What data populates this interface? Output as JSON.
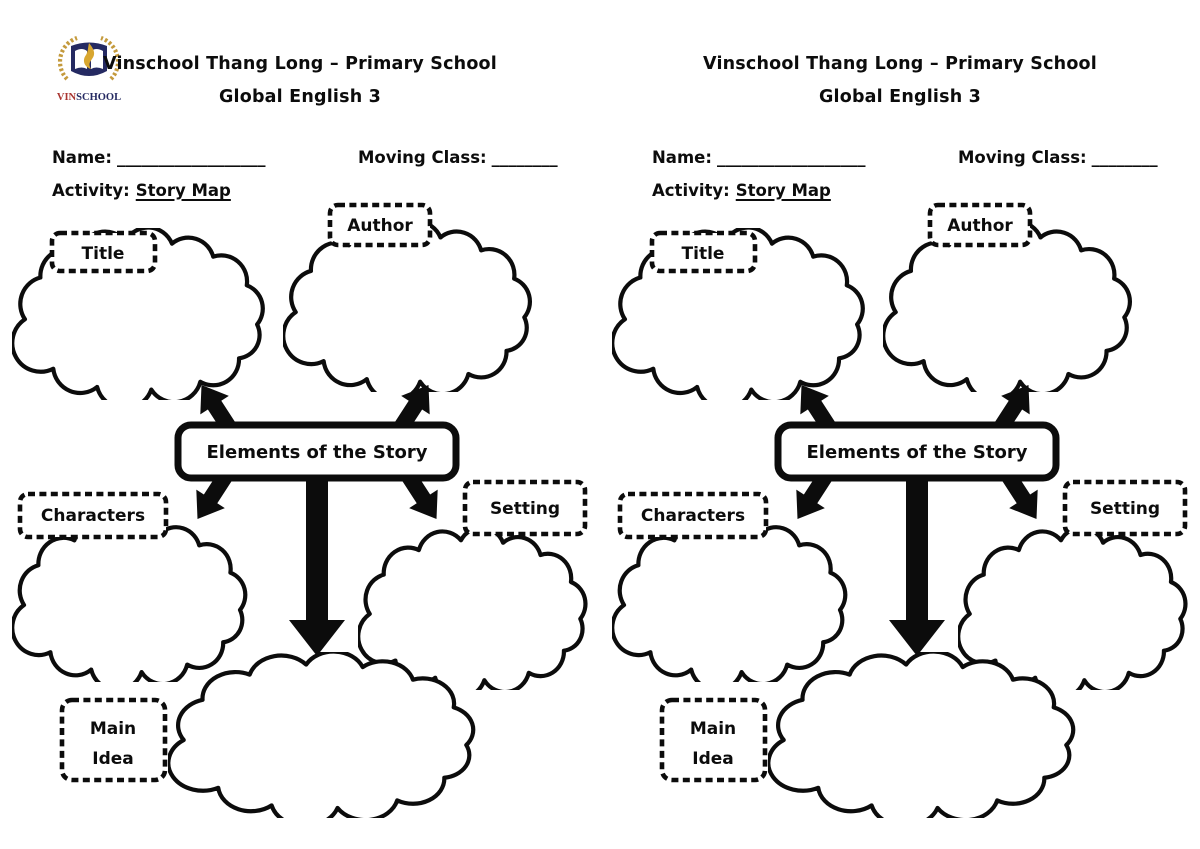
{
  "page": {
    "background": "#ffffff",
    "ink": "#0c0c0c"
  },
  "logo": {
    "vin": "VIN",
    "school": "SCHOOL",
    "colors": {
      "gold": "#c49a3c",
      "navy": "#252a62",
      "red": "#a93430",
      "flame": "#d8a62f"
    }
  },
  "header": {
    "school_line": "Vinschool Thang Long – Primary School",
    "program_line": "Global English 3"
  },
  "form": {
    "name_label": "Name:",
    "name_blank": "__________________",
    "class_label": "Moving Class:",
    "class_blank": "________",
    "activity_label": "Activity:",
    "activity_value": "Story Map"
  },
  "diagram": {
    "center_label": "Elements of the Story",
    "nodes": {
      "title": "Title",
      "author": "Author",
      "characters": "Characters",
      "setting": "Setting",
      "main_idea_line1": "Main",
      "main_idea_line2": "Idea"
    }
  }
}
